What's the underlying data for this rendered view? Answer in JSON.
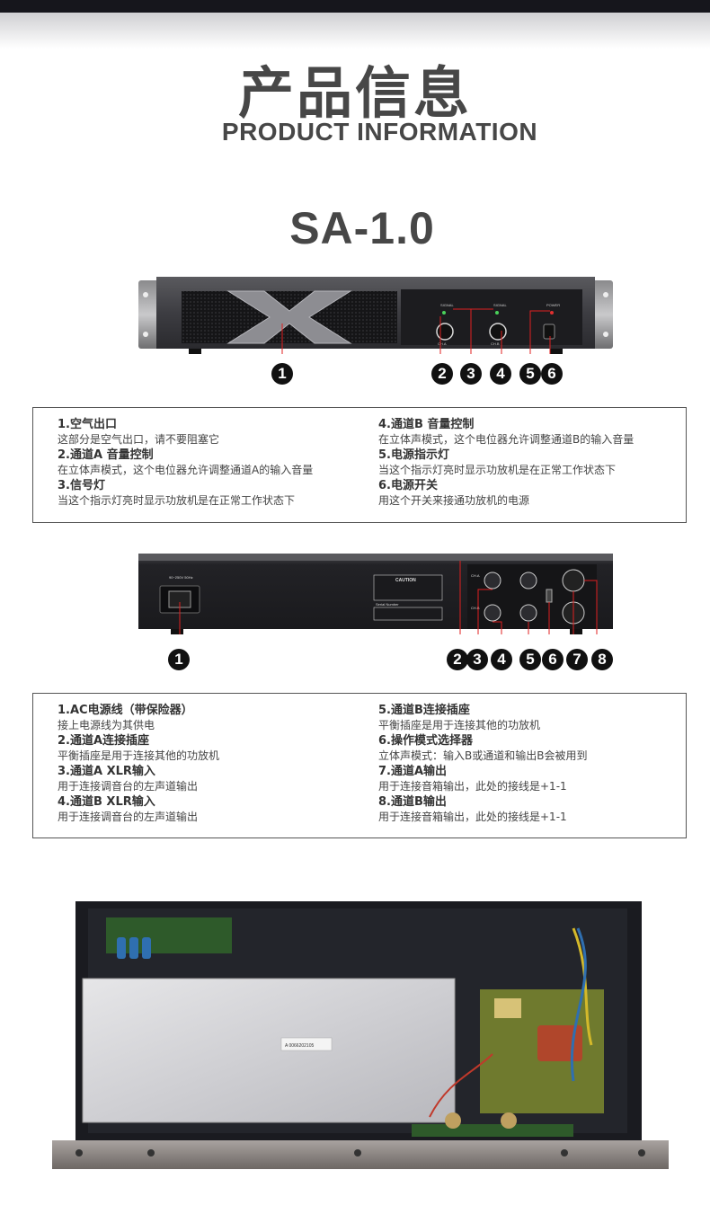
{
  "header": {
    "title_cn": "产品信息",
    "title_en": "PRODUCT INFORMATION",
    "model": "SA-1.0"
  },
  "front_panel": {
    "labels": {
      "signal": "SIGNAL",
      "power": "POWER",
      "ch_a": "CH.A",
      "ch_b": "CH.B"
    },
    "callouts": [
      "1",
      "2",
      "3",
      "4",
      "5",
      "6"
    ],
    "items_left": [
      {
        "title": "1.空气出口",
        "desc": "这部分是空气出口，请不要阻塞它"
      },
      {
        "title": "2.通道A 音量控制",
        "desc": "在立体声模式，这个电位器允许调整通道A的输入音量"
      },
      {
        "title": "3.信号灯",
        "desc": "当这个指示灯亮时显示功放机是在正常工作状态下"
      }
    ],
    "items_right": [
      {
        "title": "4.通道B 音量控制",
        "desc": "在立体声模式，这个电位器允许调整通道B的输入音量"
      },
      {
        "title": "5.电源指示灯",
        "desc": "当这个指示灯亮时显示功放机是在正常工作状态下"
      },
      {
        "title": "6.电源开关",
        "desc": "用这个开关来接通功放机的电源"
      }
    ]
  },
  "back_panel": {
    "labels": {
      "voltage": "90~250V 50Hz",
      "caution": "CAUTION",
      "serial": "Serial Number",
      "ch_a": "CH.A",
      "ch_b": "CH.B"
    },
    "callouts": [
      "1",
      "2",
      "3",
      "4",
      "5",
      "6",
      "7",
      "8"
    ],
    "items_left": [
      {
        "title": "1.AC电源线（带保险器）",
        "desc": "接上电源线为其供电"
      },
      {
        "title": "2.通道A连接插座",
        "desc": "平衡插座是用于连接其他的功放机"
      },
      {
        "title": "3.通道A XLR输入",
        "desc": "用于连接调音台的左声道输出"
      },
      {
        "title": "4.通道B XLR输入",
        "desc": "用于连接调音台的左声道输出"
      }
    ],
    "items_right": [
      {
        "title": "5.通道B连接插座",
        "desc": "平衡插座是用于连接其他的功放机"
      },
      {
        "title": "6.操作模式选择器",
        "desc": "立体声模式：输入B或通道和输出B会被用到"
      },
      {
        "title": "7.通道A输出",
        "desc": "用于连接音箱输出，此处的接线是+1-1"
      },
      {
        "title": "8.通道B输出",
        "desc": "用于连接音箱输出，此处的接线是+1-1"
      }
    ]
  },
  "interior": {
    "label": "A 0066202105"
  },
  "colors": {
    "title": "#474747",
    "panel_dark": "#1c1c1f",
    "badge": "#111111",
    "callout_line": "#e02020"
  }
}
